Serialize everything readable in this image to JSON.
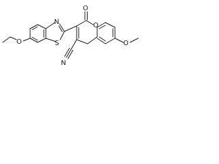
{
  "molecule": {
    "atoms": {
      "o_ethoxy": "O",
      "s_thiazole": "S",
      "n_thiazole": "N",
      "o_carbonyl": "O",
      "o_ring": "O",
      "o_methoxy": "O",
      "n_nitrile": "N"
    },
    "colors": {
      "bond": "#1a1a1a",
      "background": "#ffffff"
    }
  }
}
